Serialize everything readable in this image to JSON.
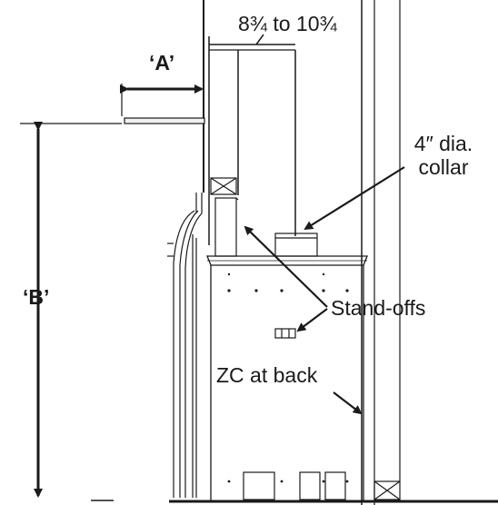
{
  "labels": {
    "clearance": "8¾ to 10¾",
    "dim_a": "‘A’",
    "dim_b": "‘B’",
    "collar_line1": "4″ dia.",
    "collar_line2": "collar",
    "standoffs": "Stand-offs",
    "zc_back": "ZC at back"
  },
  "colors": {
    "line": "#1a1a1a",
    "background": "#ffffff"
  }
}
